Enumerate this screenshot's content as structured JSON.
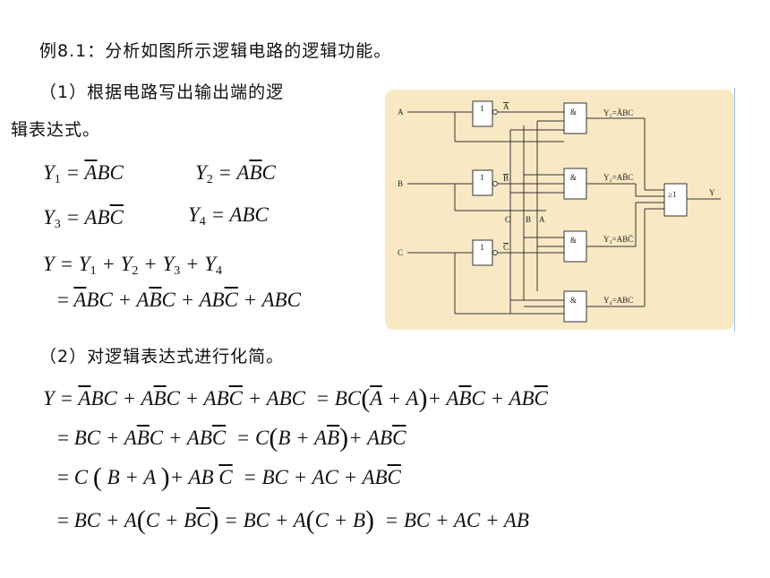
{
  "title": "例8.1：分析如图所示逻辑电路的逻辑功能。",
  "step1": {
    "line1": "（1）根据电路写出输出端的逻",
    "line2": "辑表达式。"
  },
  "step2": {
    "heading": "（2）对逻辑表达式进行化简。"
  },
  "circuit": {
    "inputs": [
      "A",
      "B",
      "C"
    ],
    "not_label": "1",
    "and_label": "&",
    "or_label": "≥1",
    "output": "Y",
    "inverted_labels": [
      "A",
      "B",
      "C"
    ],
    "bus_labels": [
      "C",
      "B",
      "A"
    ],
    "gate_outputs": [
      "Y₁=ĀBC",
      "Y₂=AB̄C",
      "Y₃=ABC̄",
      "Y₄=ABC"
    ]
  }
}
